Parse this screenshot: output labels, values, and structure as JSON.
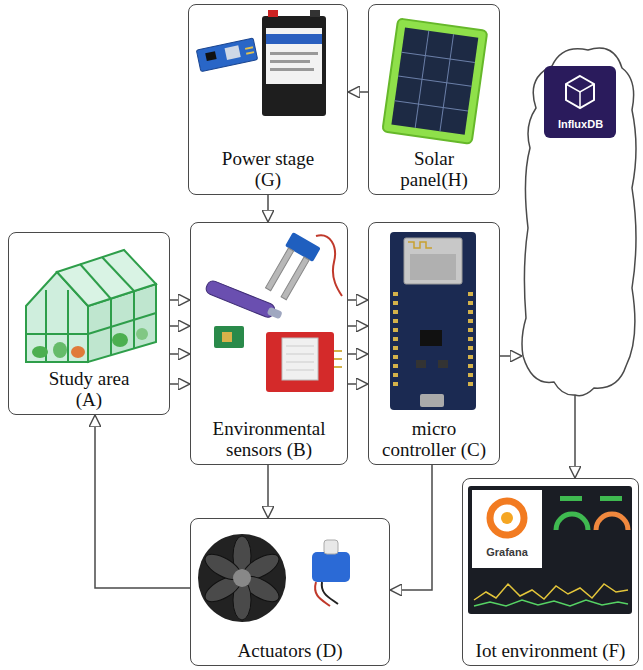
{
  "diagram": {
    "nodes": [
      {
        "text": [
          "Power stage (G)"
        ]
      },
      {
        "text": [
          "Solar panel(H)"
        ]
      },
      {
        "text": [
          "Study area (A)"
        ]
      },
      {
        "text": [
          "Environmental sensors (B)"
        ]
      },
      {
        "text": [
          "micro controller (C)"
        ]
      },
      {
        "text": [
          "InfluxDB"
        ]
      },
      {
        "text": [
          "Actuators (D)"
        ]
      },
      {
        "text": [
          "Iot environment (F)"
        ]
      }
    ],
    "edges": [
      {
        "from": 1,
        "to": 0,
        "arrow": "to"
      },
      {
        "from": 0,
        "to": 3,
        "arrow": "to"
      },
      {
        "from": 2,
        "to": 3,
        "arrow": "to"
      },
      {
        "from": 2,
        "to": 3,
        "arrow": "to"
      },
      {
        "from": 2,
        "to": 3,
        "arrow": "to"
      },
      {
        "from": 2,
        "to": 3,
        "arrow": "to"
      },
      {
        "from": 3,
        "to": 4,
        "arrow": "to"
      },
      {
        "from": 3,
        "to": 4,
        "arrow": "to"
      },
      {
        "from": 3,
        "to": 4,
        "arrow": "to"
      },
      {
        "from": 3,
        "to": 4,
        "arrow": "to"
      },
      {
        "from": 4,
        "to": 5,
        "arrow": "to"
      },
      {
        "from": 5,
        "to": 7,
        "arrow": "to"
      },
      {
        "from": 3,
        "to": 6,
        "arrow": "to"
      },
      {
        "from": 4,
        "to": 6,
        "arrow": "to"
      },
      {
        "from": 6,
        "to": 2,
        "arrow": "to"
      }
    ],
    "labels": [
      "Grafana"
    ]
  }
}
